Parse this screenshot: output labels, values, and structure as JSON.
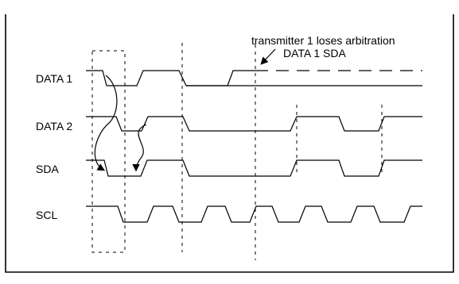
{
  "diagram": {
    "signals": [
      {
        "key": "data1",
        "label": "DATA 1"
      },
      {
        "key": "data2",
        "label": "DATA 2"
      },
      {
        "key": "sda",
        "label": "SDA"
      },
      {
        "key": "scl",
        "label": "SCL"
      }
    ],
    "annotation": {
      "line1": "transmitter 1 loses arbitration",
      "line2": "DATA 1 SDA"
    }
  }
}
